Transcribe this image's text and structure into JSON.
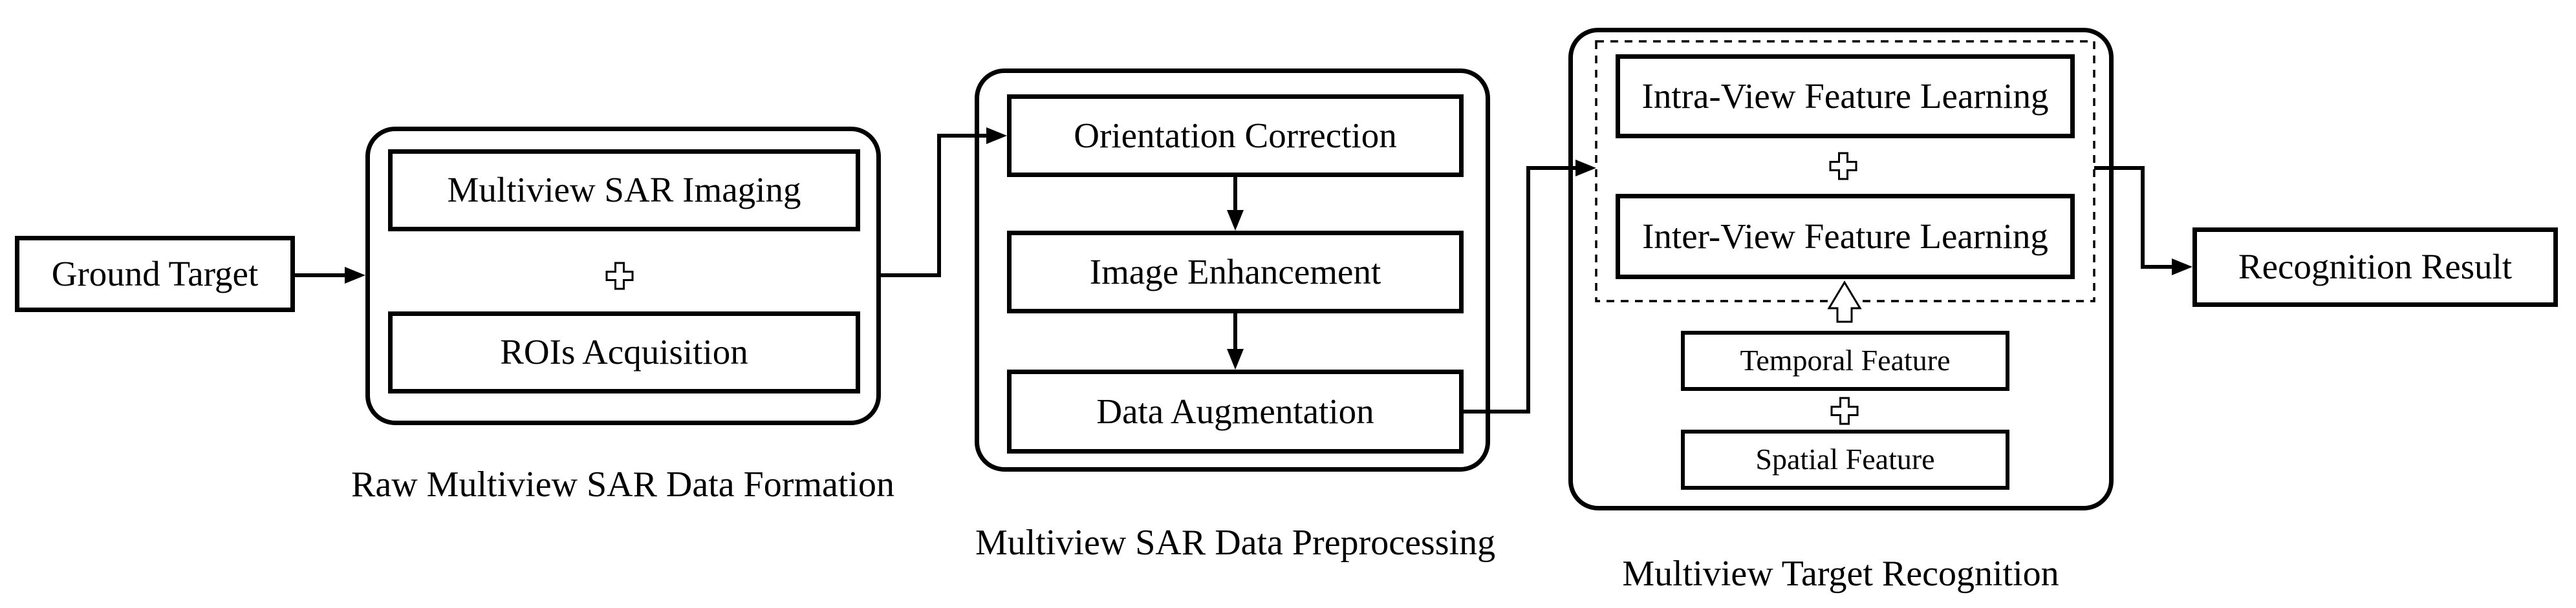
{
  "colors": {
    "background": "#ffffff",
    "line": "#000000"
  },
  "pipeline": {
    "input": {
      "label": "Ground Target"
    },
    "stage1": {
      "caption": "Raw Multiview SAR Data Formation",
      "box1": "Multiview SAR Imaging",
      "box2": "ROIs Acquisition"
    },
    "stage2": {
      "caption": "Multiview SAR Data Preprocessing",
      "box1": "Orientation Correction",
      "box2": "Image Enhancement",
      "box3": "Data Augmentation"
    },
    "stage3": {
      "caption": "Multiview Target Recognition",
      "box1": "Intra-View Feature Learning",
      "box2": "Inter-View Feature Learning",
      "box3": "Temporal Feature",
      "box4": "Spatial Feature"
    },
    "output": {
      "label": "Recognition Result"
    }
  }
}
